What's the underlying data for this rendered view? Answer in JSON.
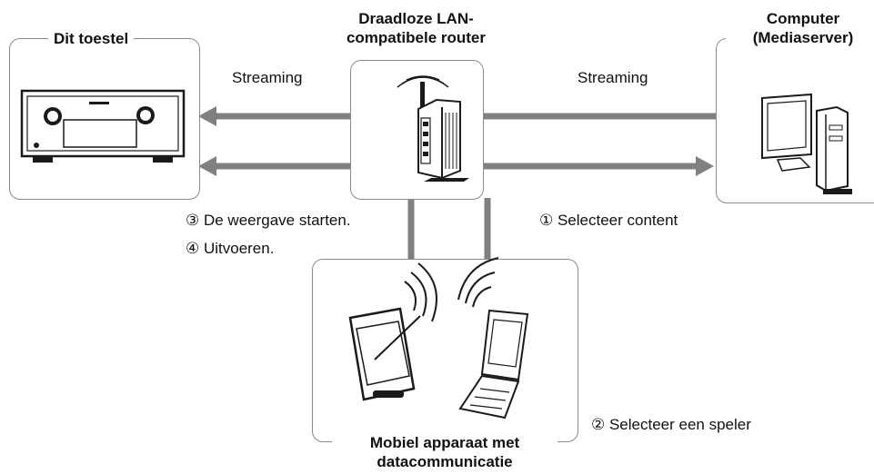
{
  "device_box": {
    "title": "Dit toestel"
  },
  "router": {
    "title_line1": "Draadloze LAN-",
    "title_line2": "compatibele router"
  },
  "computer": {
    "title_line1": "Computer",
    "title_line2": "(Mediaserver)"
  },
  "arrows": {
    "left_label": "Streaming",
    "right_label": "Streaming"
  },
  "steps": {
    "step3": "③ De weergave starten.",
    "step4": "④ Uitvoeren.",
    "step1": "① Selecteer content",
    "step2": "② Selecteer een speler"
  },
  "mobile": {
    "title_line1": "Mobiel apparaat met",
    "title_line2": "datacommunicatie"
  },
  "colors": {
    "connector": "#808080",
    "box_border": "#8a8a8a",
    "device": "#1a1a1a"
  }
}
